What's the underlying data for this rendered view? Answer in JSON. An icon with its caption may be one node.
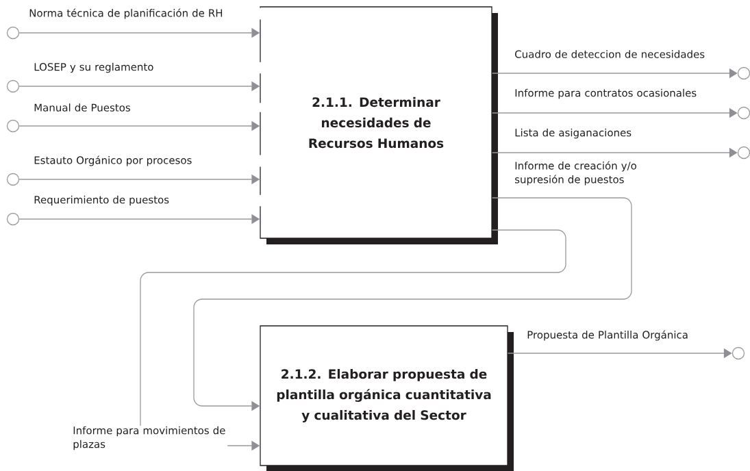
{
  "diagram": {
    "nodes": [
      {
        "text": [
          "2.1.1. Determinar necesidades de Recursos Humanos"
        ]
      },
      {
        "text": [
          "2.1.2. Elaborar propuesta de plantilla orgánica cuantitativa y cualitativa del Sector"
        ]
      },
      {
        "text": [],
        "shape": "circle"
      },
      {
        "text": [],
        "shape": "circle"
      },
      {
        "text": [],
        "shape": "circle"
      },
      {
        "text": [],
        "shape": "circle"
      },
      {
        "text": [],
        "shape": "circle"
      },
      {
        "text": [],
        "shape": "circle"
      },
      {
        "text": [],
        "shape": "circle"
      },
      {
        "text": [],
        "shape": "circle"
      },
      {
        "text": [],
        "shape": "circle"
      }
    ],
    "edges": [
      {
        "from": 2,
        "to": 0,
        "arrow": "to",
        "label": "Norma técnica de planificación de RH"
      },
      {
        "from": 3,
        "to": 0,
        "arrow": "to",
        "label": "LOSEP y su reglamento"
      },
      {
        "from": 4,
        "to": 0,
        "arrow": "to",
        "label": "Manual de Puestos"
      },
      {
        "from": 5,
        "to": 0,
        "arrow": "to",
        "label": "Estauto Orgánico por procesos"
      },
      {
        "from": 6,
        "to": 0,
        "arrow": "to",
        "label": "Requerimiento de puestos"
      },
      {
        "from": 0,
        "to": 7,
        "arrow": "to",
        "label": "Cuadro de deteccion de necesidades"
      },
      {
        "from": 0,
        "to": 8,
        "arrow": "to",
        "label": "Informe para contratos ocasionales"
      },
      {
        "from": 0,
        "to": 9,
        "arrow": "to",
        "label": "Lista de asiganaciones"
      },
      {
        "from": 0,
        "to": 1,
        "arrow": "to",
        "label": "Informe de creación y/o supresión de puestos"
      },
      {
        "from": 0,
        "to": 1,
        "arrow": "to",
        "label": "Informe para movimientos de plazas"
      },
      {
        "from": 1,
        "to": 10,
        "arrow": "to",
        "label": "Propuesta de Plantilla Orgánica"
      }
    ]
  }
}
